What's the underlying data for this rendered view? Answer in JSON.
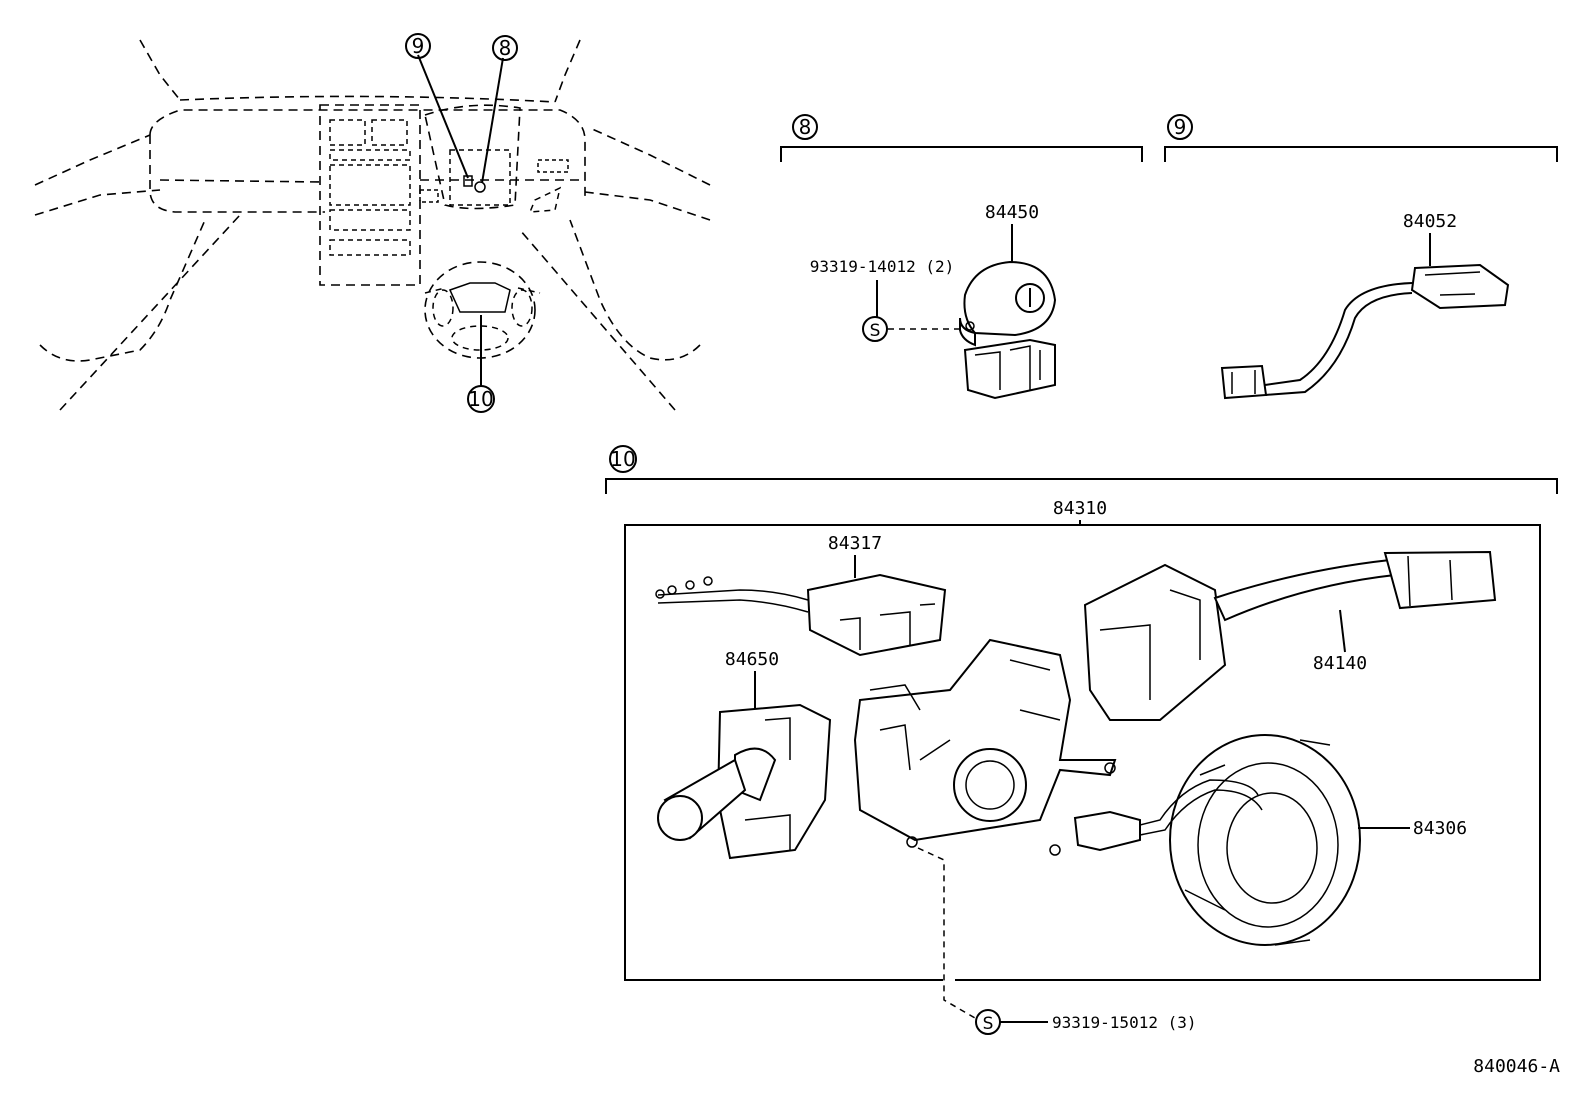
{
  "diagram": {
    "callouts": {
      "c9_top": "9",
      "c8_top": "8",
      "c10_overview": "10",
      "c8_section": "8",
      "c9_section": "9",
      "c10_section": "10",
      "screw_1": "S",
      "screw_2": "S"
    },
    "parts": {
      "p84450": "84450",
      "p93319_14012": "93319-14012 (2)",
      "p84052": "84052",
      "p84310": "84310",
      "p84317": "84317",
      "p84650": "84650",
      "p84140": "84140",
      "p84306": "84306",
      "p93319_15012": "93319-15012 (3)"
    },
    "figure_code": "840046-A"
  }
}
